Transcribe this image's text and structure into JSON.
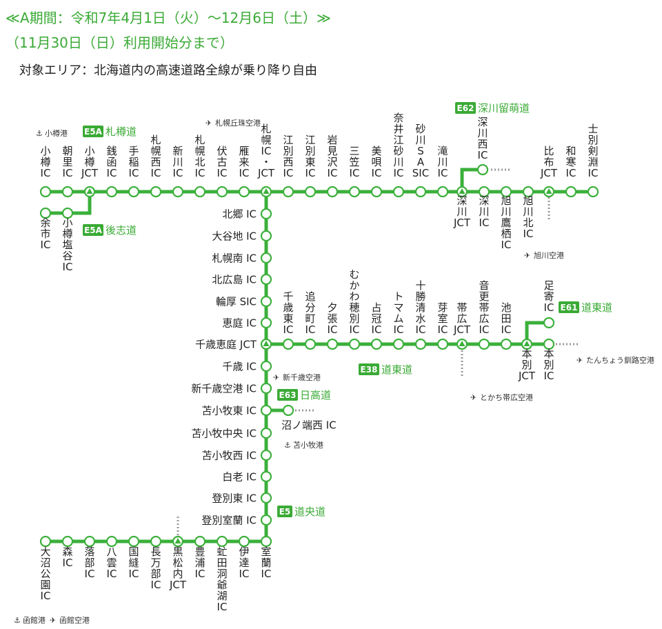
{
  "header": {
    "period": "≪A期間：令和7年4月1日（火）～12月6日（土）≫",
    "until": "（11月30日（日）利用開始分まで）",
    "area": "対象エリア：北海道内の高速道路全線が乗り降り自由"
  },
  "routes": {
    "e5a_sassho": {
      "code": "E5A",
      "name": "札樽道"
    },
    "e5a_shiribeshi": {
      "code": "E5A",
      "name": "後志道"
    },
    "e62": {
      "code": "E62",
      "name": "深川留萌道"
    },
    "e61": {
      "code": "E61",
      "name": "道東道"
    },
    "e38": {
      "code": "E38",
      "name": "道東道"
    },
    "e63": {
      "code": "E63",
      "name": "日高道"
    },
    "e5": {
      "code": "E5",
      "name": "道央道"
    }
  },
  "airports": {
    "otaru_port": "小樽港",
    "okadama": "札幌丘珠空港",
    "asahikawa": "旭川空港",
    "new_chitose": "新千歳空港",
    "tomakomai_port": "苫小牧港",
    "kushiro": "たんちょう釧路空港",
    "tokachi": "とかち帯広空港",
    "hakodate_port": "函館港",
    "hakodate_airport": "函館空港"
  },
  "top_row": [
    "小樽IC",
    "朝里IC",
    "小樽JCT",
    "銭函IC",
    "手稲IC",
    "札幌西IC",
    "新川IC",
    "札幌北IC",
    "伏古IC",
    "雁来IC",
    "札幌IC・JCT",
    "江別西IC",
    "江別東IC",
    "岩見沢IC",
    "三笠IC",
    "美唄IC",
    "奈井江砂川IC",
    "砂川SA SIC",
    "滝川IC",
    "深川JCT",
    "深川IC",
    "旭川鷹栖IC",
    "旭川北IC",
    "比布JCT",
    "和寒IC",
    "士別剣淵IC"
  ],
  "shiribeshi": [
    "余市IC",
    "小樽塩谷IC"
  ],
  "e62_stations": [
    "深川西IC"
  ],
  "e5_vertical": [
    "北郷 IC",
    "大谷地 IC",
    "札幌南 IC",
    "北広島 IC",
    "輪厚 SIC",
    "恵庭 IC",
    "千歳恵庭 JCT",
    "千歳 IC",
    "新千歳空港 IC",
    "苫小牧東 IC",
    "苫小牧中央 IC",
    "苫小牧西 IC",
    "白老 IC",
    "登別東 IC",
    "登別室蘭 IC"
  ],
  "e63_stations": [
    "沼ノ端西 IC"
  ],
  "e38_row": [
    "千歳東IC",
    "追分町IC",
    "夕張IC",
    "むかわ穂別IC",
    "占冠IC",
    "トマムIC",
    "十勝清水IC",
    "芽室IC",
    "帯広JCT",
    "音更帯広IC",
    "池田IC",
    "本別JCT",
    "本別IC"
  ],
  "e61_stations": [
    "足寄IC"
  ],
  "bottom_row": [
    "大沼公園IC",
    "森IC",
    "落部IC",
    "八雲IC",
    "国縫IC",
    "長万部IC",
    "黒松内JCT",
    "豊浦IC",
    "虻田洞爺湖IC",
    "伊達IC",
    "室蘭IC"
  ]
}
